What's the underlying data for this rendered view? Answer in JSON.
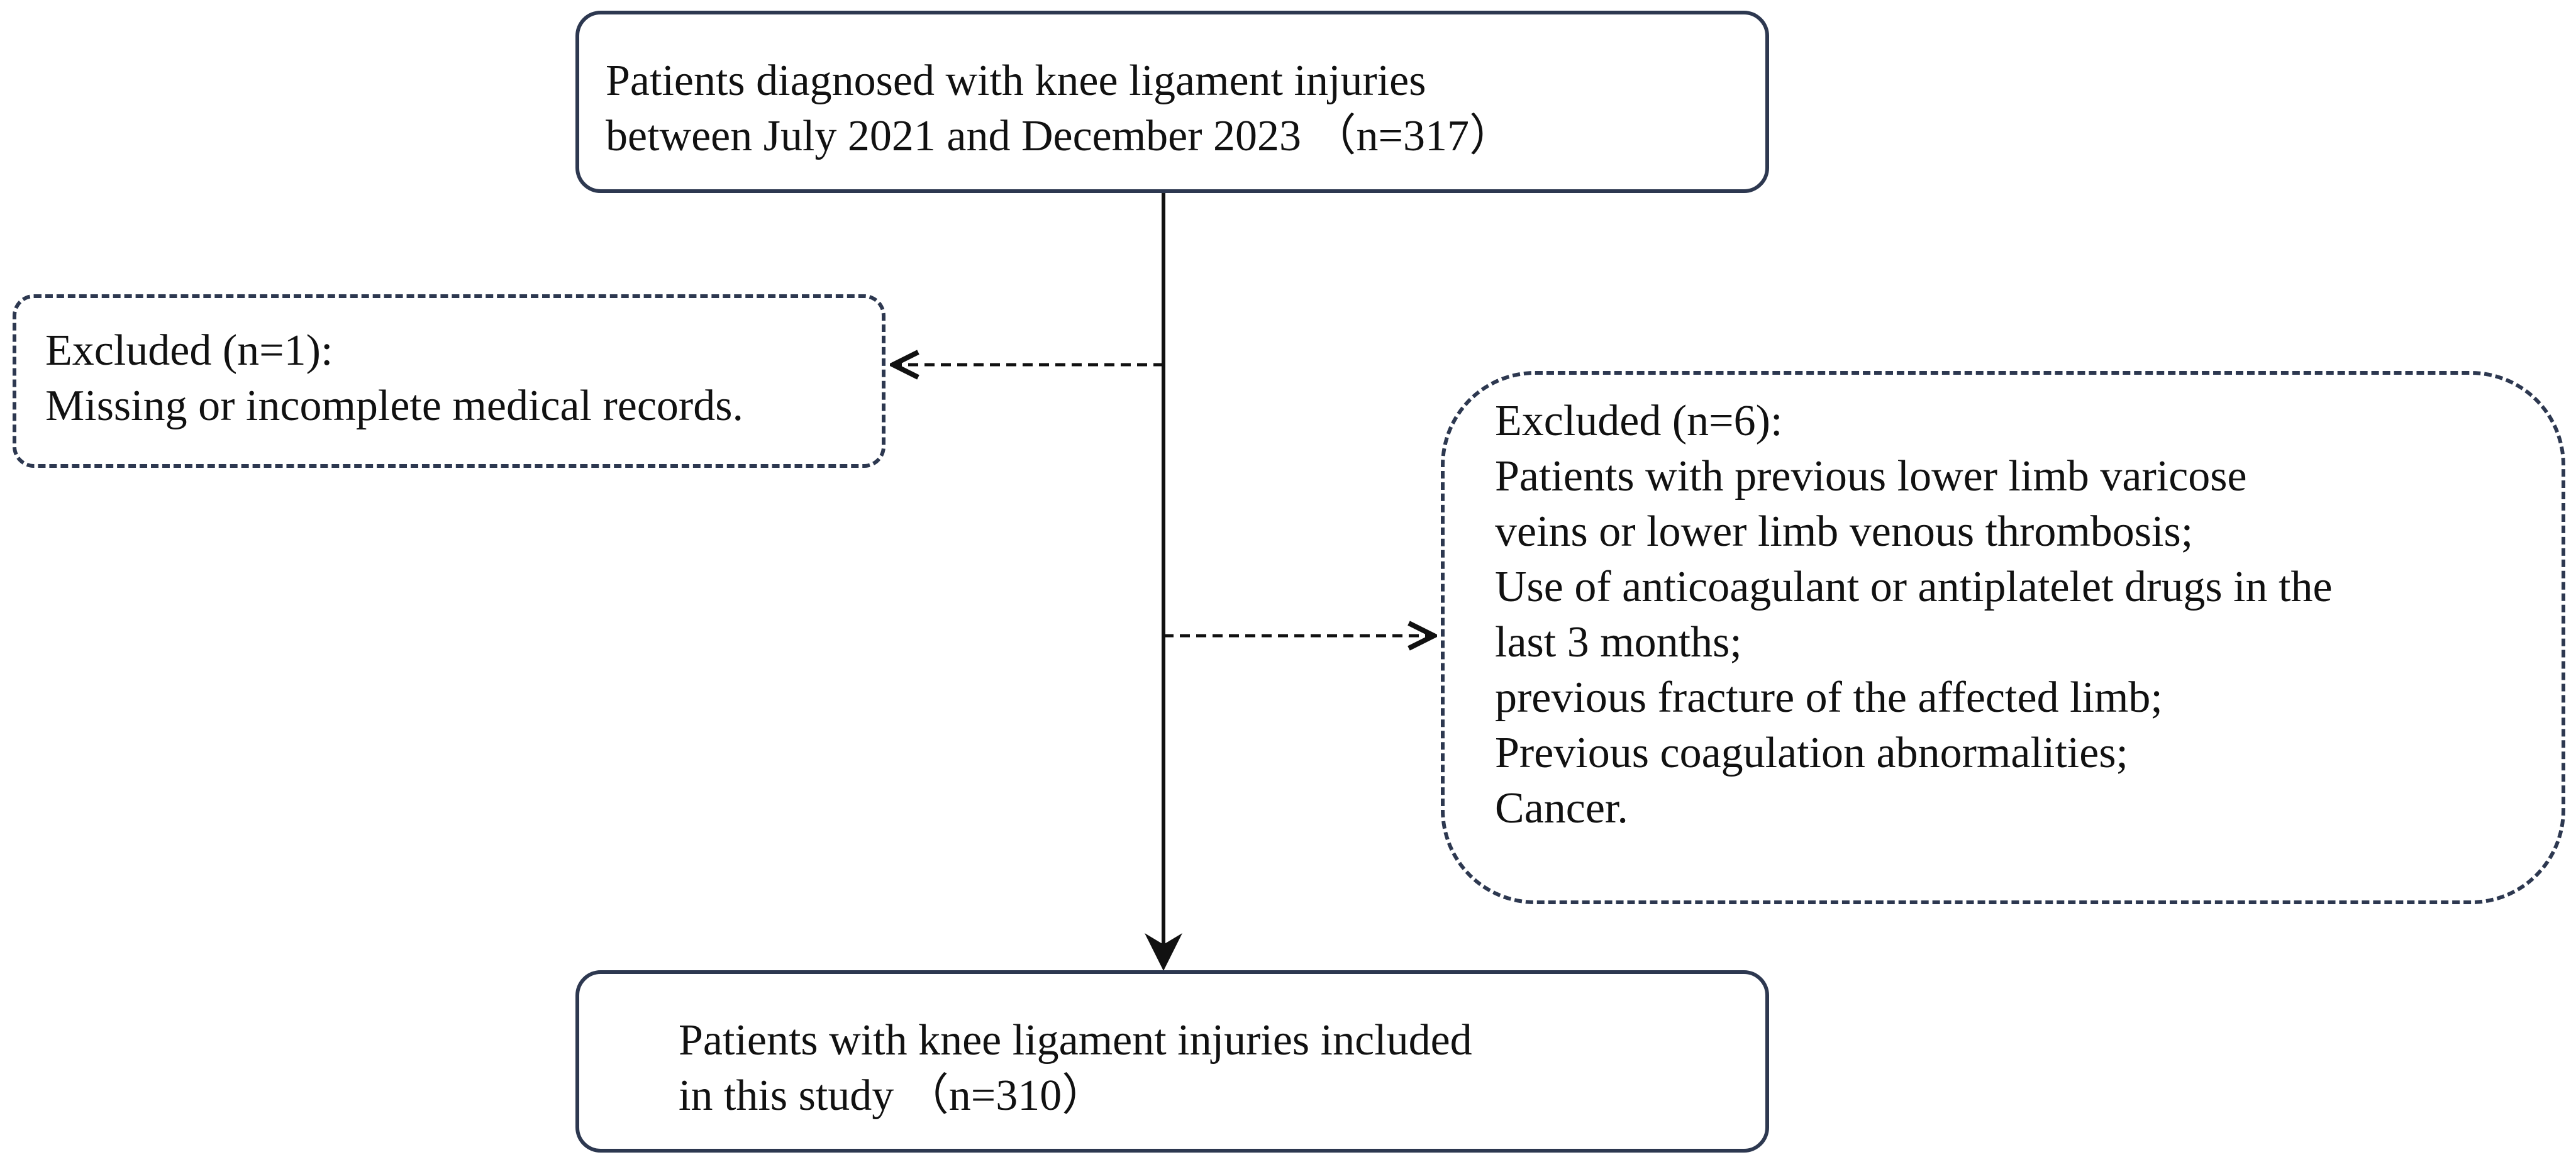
{
  "flowchart": {
    "top_box": {
      "line1": "Patients diagnosed with knee ligament injuries",
      "line2": "between July 2021 and December 2023 （n=317）"
    },
    "exclusion_1": {
      "heading": "Excluded (n=1):",
      "items": [
        "Missing or incomplete medical records."
      ]
    },
    "exclusion_2": {
      "heading": "Excluded (n=6):",
      "lines": [
        "Patients with previous lower limb varicose",
        "veins or lower limb venous thrombosis;",
        "Use of anticoagulant or antiplatelet drugs in the",
        "last 3 months;",
        "previous fracture of the affected limb;",
        "Previous coagulation abnormalities;",
        "Cancer."
      ]
    },
    "bottom_box": {
      "line1": "Patients with knee ligament injuries included",
      "line2": "in this study （n=310）"
    },
    "colors": {
      "box_border": "#2d3850",
      "arrow": "#111111"
    }
  }
}
